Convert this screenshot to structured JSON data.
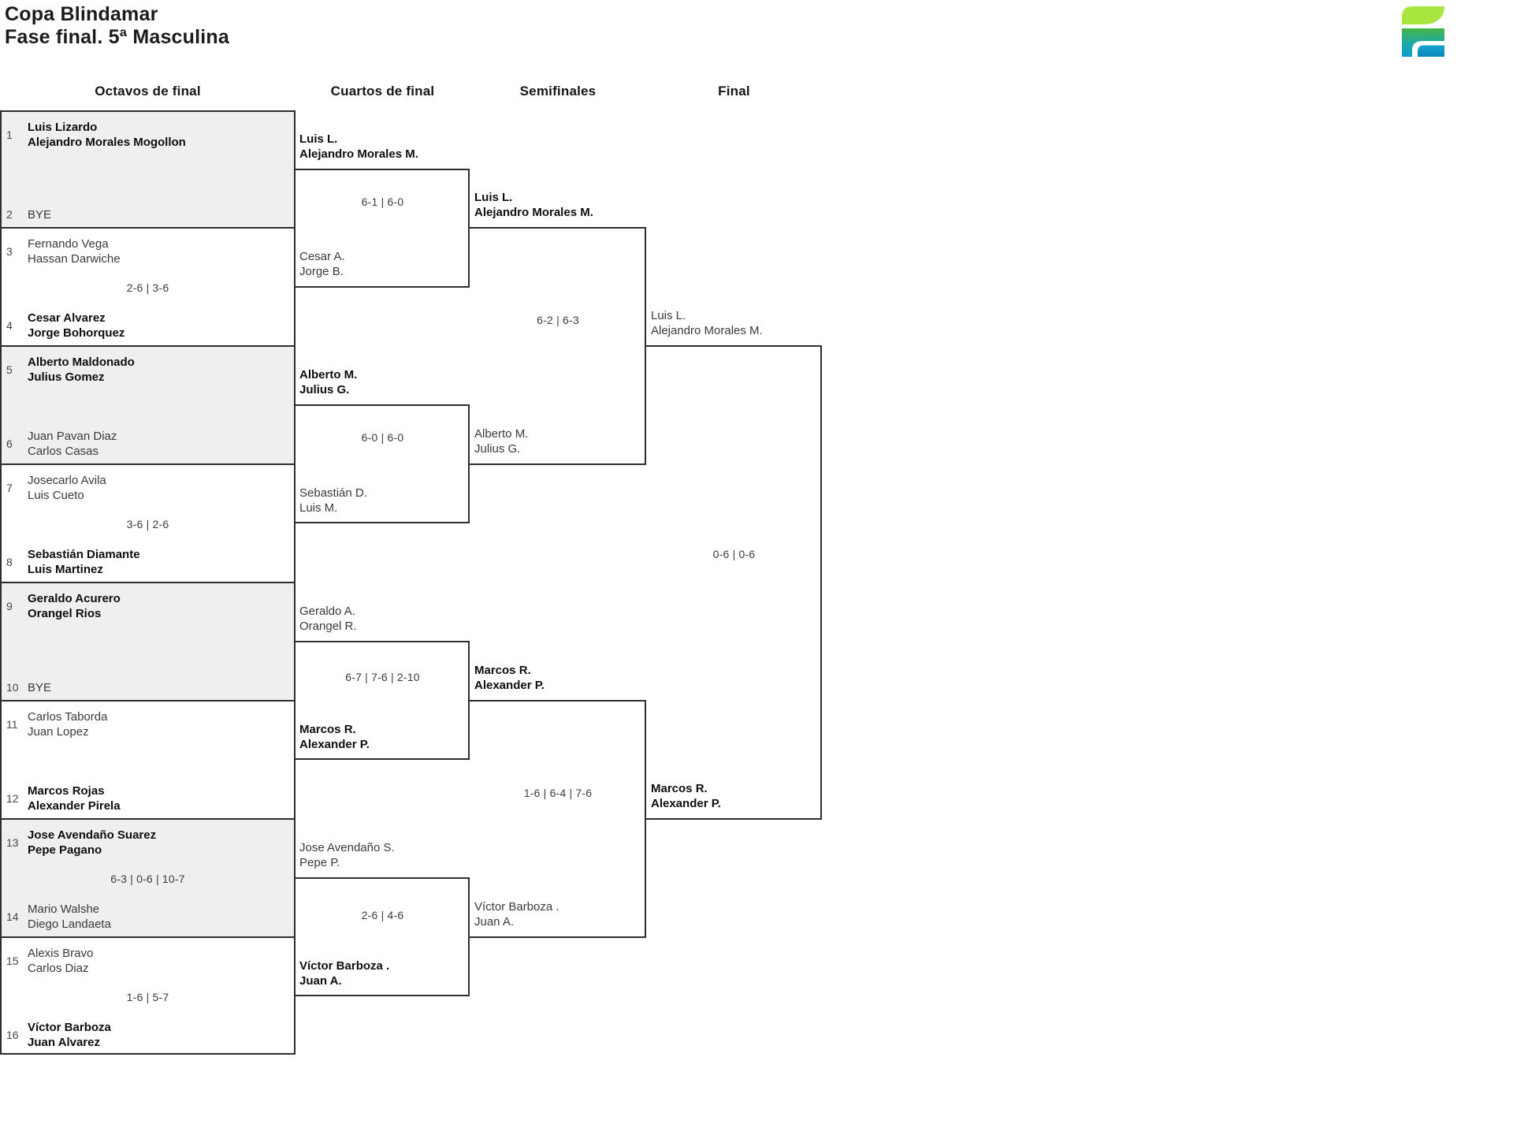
{
  "title": {
    "line1": "Copa Blindamar",
    "line2": "Fase final. 5ª Masculina"
  },
  "round_headers": [
    "Octavos de final",
    "Cuartos de final",
    "Semifinales",
    "Final"
  ],
  "logo": {
    "name": "club-logo"
  },
  "colors": {
    "line": "#2e2e2e",
    "shaded_box": "#efefef",
    "logo_lime": "#a8e63f",
    "logo_green": "#45b649",
    "logo_blue": "#0d9fd0",
    "logo_teal": "#16a3cf"
  },
  "octavos": {
    "pairs": [
      {
        "shaded": true,
        "score": "",
        "teamA": {
          "seed": "1",
          "players": [
            "Luis Lizardo",
            "Alejandro Morales Mogollon"
          ],
          "winner": true
        },
        "teamB": {
          "seed": "2",
          "players": [
            "BYE"
          ],
          "winner": false
        }
      },
      {
        "shaded": false,
        "score": "2-6 | 3-6",
        "teamA": {
          "seed": "3",
          "players": [
            "Fernando Vega",
            "Hassan Darwiche"
          ],
          "winner": false
        },
        "teamB": {
          "seed": "4",
          "players": [
            "Cesar Alvarez",
            "Jorge Bohorquez"
          ],
          "winner": true
        }
      },
      {
        "shaded": true,
        "score": "",
        "teamA": {
          "seed": "5",
          "players": [
            "Alberto Maldonado",
            "Julius Gomez"
          ],
          "winner": true
        },
        "teamB": {
          "seed": "6",
          "players": [
            "Juan Pavan Diaz",
            "Carlos Casas"
          ],
          "winner": false
        }
      },
      {
        "shaded": false,
        "score": "3-6 | 2-6",
        "teamA": {
          "seed": "7",
          "players": [
            "Josecarlo Avila",
            "Luis Cueto"
          ],
          "winner": false
        },
        "teamB": {
          "seed": "8",
          "players": [
            "Sebastián Diamante",
            "Luis Martinez"
          ],
          "winner": true
        }
      },
      {
        "shaded": true,
        "score": "",
        "teamA": {
          "seed": "9",
          "players": [
            "Geraldo Acurero",
            "Orangel Rios"
          ],
          "winner": true
        },
        "teamB": {
          "seed": "10",
          "players": [
            "BYE"
          ],
          "winner": false
        }
      },
      {
        "shaded": false,
        "score": "",
        "teamA": {
          "seed": "11",
          "players": [
            "Carlos Taborda",
            "Juan Lopez"
          ],
          "winner": false
        },
        "teamB": {
          "seed": "12",
          "players": [
            "Marcos Rojas",
            "Alexander Pirela"
          ],
          "winner": true
        }
      },
      {
        "shaded": true,
        "score": "6-3 | 0-6 | 10-7",
        "teamA": {
          "seed": "13",
          "players": [
            "Jose Avendaño Suarez",
            "Pepe Pagano"
          ],
          "winner": true
        },
        "teamB": {
          "seed": "14",
          "players": [
            "Mario Walshe",
            "Diego Landaeta"
          ],
          "winner": false
        }
      },
      {
        "shaded": false,
        "score": "1-6 | 5-7",
        "teamA": {
          "seed": "15",
          "players": [
            "Alexis Bravo",
            "Carlos Diaz"
          ],
          "winner": false
        },
        "teamB": {
          "seed": "16",
          "players": [
            "Víctor Barboza",
            "Juan Alvarez"
          ],
          "winner": true
        }
      }
    ]
  },
  "cuartos": [
    {
      "score": "6-1 | 6-0",
      "teamA": {
        "lines": [
          "Luis L.",
          "Alejandro Morales M."
        ],
        "winner": true
      },
      "teamB": {
        "lines": [
          "Cesar A.",
          "Jorge B."
        ],
        "winner": false
      }
    },
    {
      "score": "6-0 | 6-0",
      "teamA": {
        "lines": [
          "Alberto M.",
          "Julius G."
        ],
        "winner": true
      },
      "teamB": {
        "lines": [
          "Sebastián D.",
          "Luis M."
        ],
        "winner": false
      }
    },
    {
      "score": "6-7 | 7-6 | 2-10",
      "teamA": {
        "lines": [
          "Geraldo A.",
          "Orangel R."
        ],
        "winner": false
      },
      "teamB": {
        "lines": [
          "Marcos R.",
          "Alexander P."
        ],
        "winner": true
      }
    },
    {
      "score": "2-6 | 4-6",
      "teamA": {
        "lines": [
          "Jose Avendaño S.",
          "Pepe P."
        ],
        "winner": false
      },
      "teamB": {
        "lines": [
          "Víctor Barboza .",
          "Juan A."
        ],
        "winner": true
      }
    }
  ],
  "semifinales": [
    {
      "score": "6-2 | 6-3",
      "teamA": {
        "lines": [
          "Luis L.",
          "Alejandro Morales M."
        ],
        "winner": true
      },
      "teamB": {
        "lines": [
          "Alberto M.",
          "Julius G."
        ],
        "winner": false
      }
    },
    {
      "score": "1-6 | 6-4 | 7-6",
      "teamA": {
        "lines": [
          "Marcos R.",
          "Alexander P."
        ],
        "winner": true
      },
      "teamB": {
        "lines": [
          "Víctor Barboza .",
          "Juan A."
        ],
        "winner": false
      }
    }
  ],
  "final": {
    "score": "0-6 | 0-6",
    "teamA": {
      "lines": [
        "Luis L.",
        "Alejandro Morales M."
      ],
      "winner": false
    },
    "teamB": {
      "lines": [
        "Marcos R.",
        "Alexander P."
      ],
      "winner": true
    }
  }
}
